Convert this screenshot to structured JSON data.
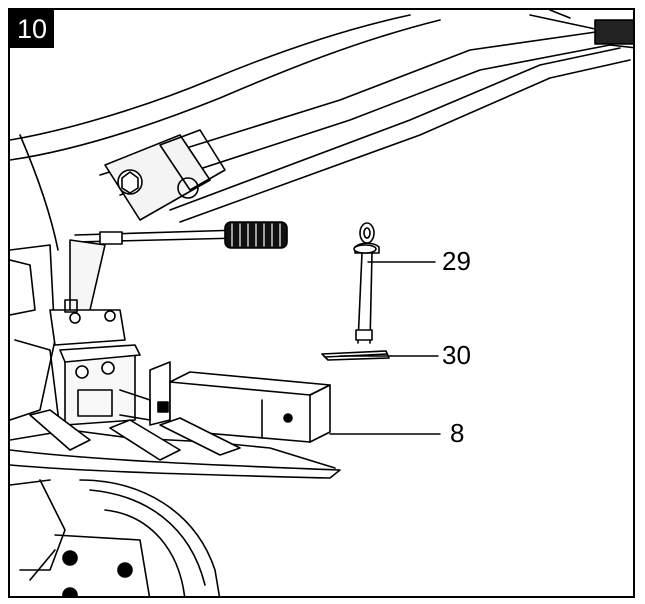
{
  "figure": {
    "number": "10"
  },
  "callouts": [
    {
      "id": "29",
      "label": "29"
    },
    {
      "id": "30",
      "label": "30"
    },
    {
      "id": "8",
      "label": "8"
    }
  ]
}
